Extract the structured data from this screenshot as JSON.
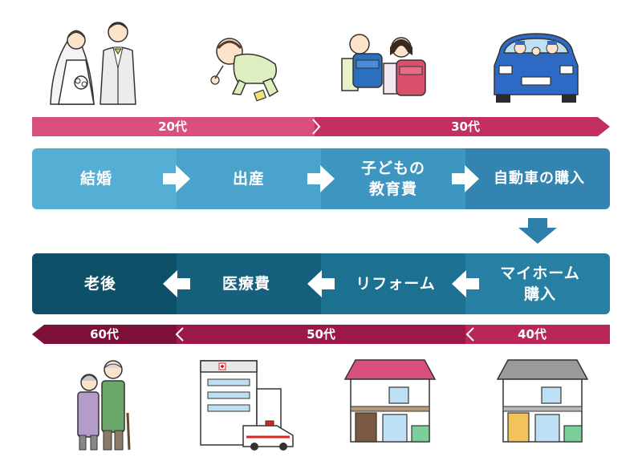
{
  "timeline_top": {
    "age_20": "20代",
    "age_30": "30代"
  },
  "timeline_bottom": {
    "age_60": "60代",
    "age_50": "50代",
    "age_40": "40代"
  },
  "stages_row1": [
    "結婚",
    "出産",
    "子どもの\n教育費",
    "自動車の購入"
  ],
  "stages_row2": [
    "老後",
    "医療費",
    "リフォーム",
    "マイホーム\n購入"
  ],
  "colors": {
    "band_top": "#d9507f",
    "band_bottom": "#9b1848",
    "row1": [
      "#55aed4",
      "#4aa3cb",
      "#3d96bf",
      "#3384b0"
    ],
    "row2": [
      "#0f5069",
      "#15607d",
      "#1c7090",
      "#2780a3"
    ],
    "down_arrow": "#2f7fab",
    "arrow_white": "#ffffff"
  },
  "icons": [
    "wedding-couple-icon",
    "crawling-baby-icon",
    "schoolchildren-icon",
    "family-car-icon",
    "elderly-couple-icon",
    "hospital-ambulance-icon",
    "pink-roof-house-icon",
    "gray-roof-house-icon"
  ]
}
